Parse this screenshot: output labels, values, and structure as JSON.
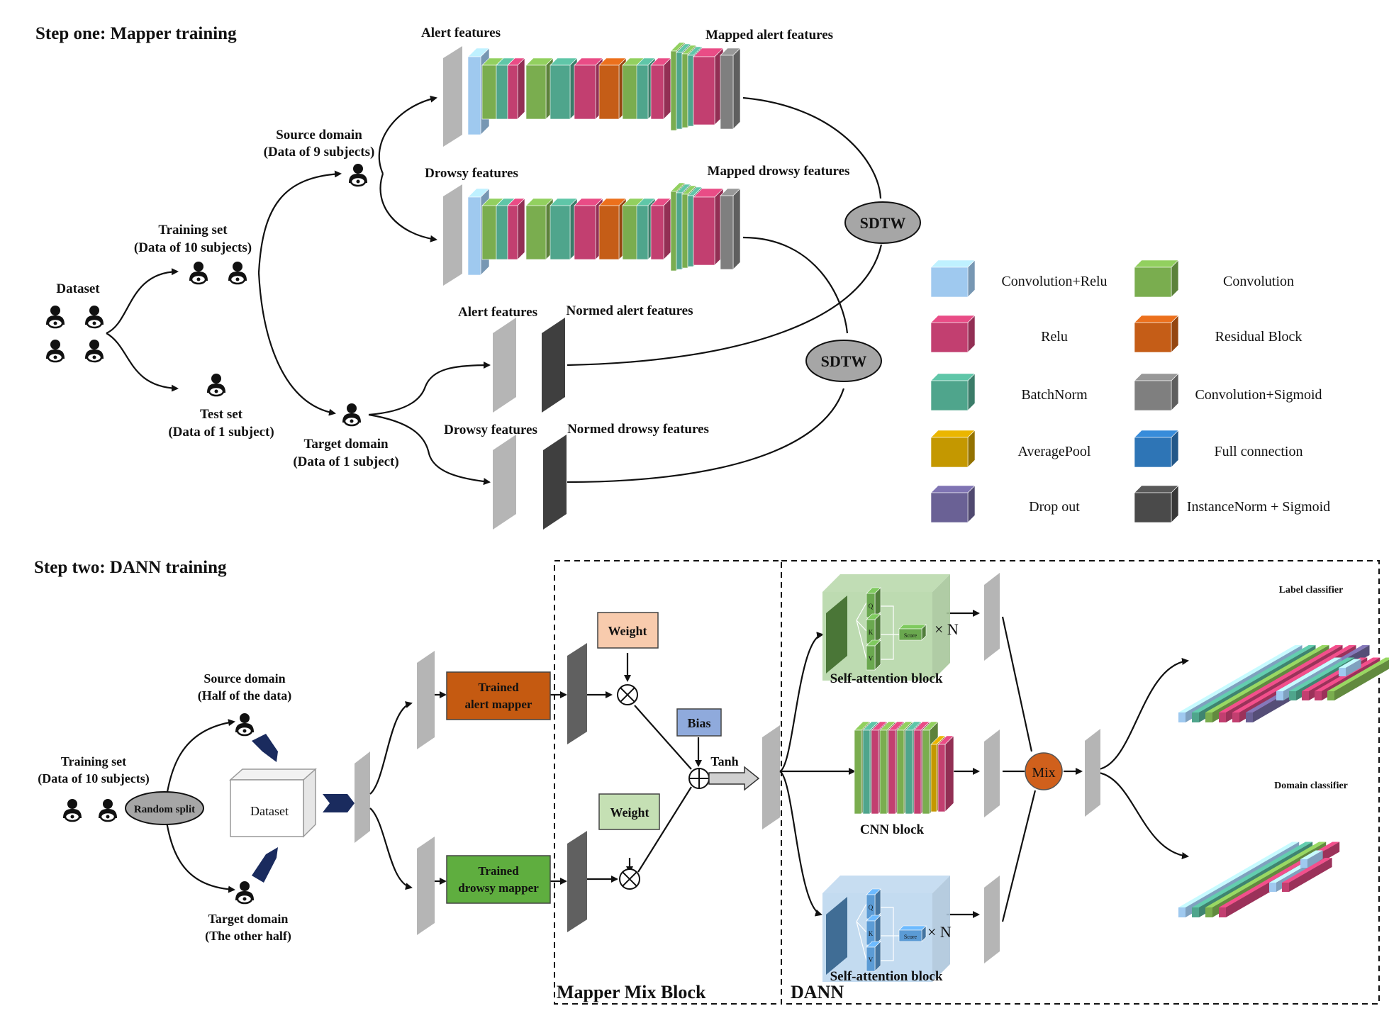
{
  "step_one": {
    "title": "Step one: Mapper training",
    "dataset": "Dataset",
    "training_set": [
      "Training set",
      "(Data of 10 subjects)"
    ],
    "test_set": [
      "Test set",
      "(Data of 1 subject)"
    ],
    "source_domain": [
      "Source domain",
      "(Data of 9 subjects)"
    ],
    "target_domain": [
      "Target domain",
      "(Data of 1 subject)"
    ],
    "alert_features": "Alert features",
    "drowsy_features": "Drowsy features",
    "mapped_alert": "Mapped alert features",
    "mapped_drowsy": "Mapped drowsy features",
    "alert_features_2": "Alert features",
    "drowsy_features_2": "Drowsy features",
    "normed_alert": "Normed alert features",
    "normed_drowsy": "Normed drowsy features",
    "sdtw": "SDTW"
  },
  "legend": [
    {
      "label": "Convolution+Relu",
      "color": "#9fc9ef"
    },
    {
      "label": "Convolution",
      "color": "#7aad4f"
    },
    {
      "label": "Relu",
      "color": "#c23f70"
    },
    {
      "label": "Residual Block",
      "color": "#c55d17"
    },
    {
      "label": "BatchNorm",
      "color": "#4fa58c"
    },
    {
      "label": "Convolution+Sigmoid",
      "color": "#7f7f7f"
    },
    {
      "label": "AveragePool",
      "color": "#c49800"
    },
    {
      "label": "Full connection",
      "color": "#2e75b6"
    },
    {
      "label": "Drop out",
      "color": "#6a6195"
    },
    {
      "label": "InstanceNorm + Sigmoid",
      "color": "#4a4a4a"
    }
  ],
  "step_two": {
    "title": "Step two: DANN training",
    "training_set": [
      "Training set",
      "(Data of 10 subjects)"
    ],
    "random_split": "Random split",
    "source_domain": [
      "Source domain",
      "(Half of the data)"
    ],
    "target_domain": [
      "Target domain",
      "(The other half)"
    ],
    "dataset": "Dataset",
    "alert_mapper": [
      "Trained",
      "alert mapper"
    ],
    "drowsy_mapper": [
      "Trained",
      "drowsy mapper"
    ],
    "weight_top": "Weight",
    "weight_bottom": "Weight",
    "bias": "Bias",
    "tanh": "Tanh",
    "mapper_mix_block": "Mapper Mix Block",
    "dann": "DANN",
    "self_attention_top": "Self-attention block",
    "self_attention_bottom": "Self-attention block",
    "cnn_block": "CNN block",
    "times_n": "× N",
    "mix": "Mix",
    "label_classifier": "Label classifier",
    "domain_classifier": "Domain classifier",
    "q": "Q",
    "k": "K",
    "v": "V",
    "score": "Score"
  },
  "colors": {
    "orange_mapper": "#c55a11",
    "green_mapper": "#5fae3f",
    "weight_top": "#f8cbad",
    "weight_bottom": "#c5e0b4",
    "bias": "#8faadc",
    "sdtw_fill": "#a6a6a6",
    "mix_fill": "#d0601c"
  }
}
